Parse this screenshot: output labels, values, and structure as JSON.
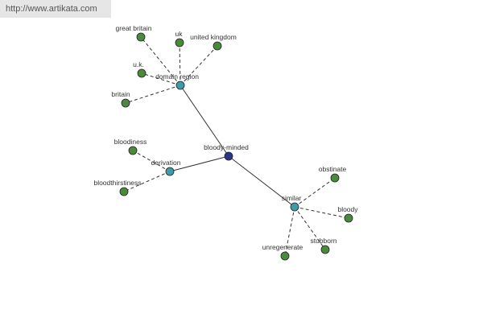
{
  "header": {
    "url": "http://www.artikata.com"
  },
  "colors": {
    "center": "#2b3585",
    "category": "#3f9ba8",
    "leaf": "#4a8a3c",
    "edge": "#333333"
  },
  "graph": {
    "center": {
      "label": "bloody-minded"
    },
    "categories": [
      {
        "label": "domain region"
      },
      {
        "label": "derivation"
      },
      {
        "label": "similar"
      }
    ],
    "leaves": [
      {
        "label": "great britain"
      },
      {
        "label": "uk"
      },
      {
        "label": "united kingdom"
      },
      {
        "label": "u.k."
      },
      {
        "label": "britain"
      },
      {
        "label": "bloodiness"
      },
      {
        "label": "bloodthirstiness"
      },
      {
        "label": "obstinate"
      },
      {
        "label": "bloody"
      },
      {
        "label": "stubborn"
      },
      {
        "label": "unregenerate"
      }
    ]
  }
}
